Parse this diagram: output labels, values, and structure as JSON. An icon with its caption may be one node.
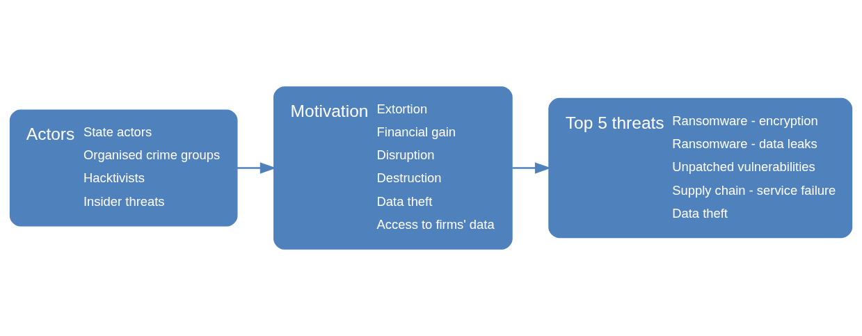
{
  "diagram": {
    "nodes": [
      {
        "text": [
          "Actors",
          "State actors",
          "Organised crime groups",
          "Hacktivists",
          "Insider threats"
        ]
      },
      {
        "text": [
          "Motivation",
          "Extortion",
          "Financial gain",
          "Disruption",
          "Destruction",
          "Data theft",
          "Access to firms' data"
        ]
      },
      {
        "text": [
          "Top 5 threats",
          "Ransomware - encryption",
          "Ransomware - data leaks",
          "Unpatched vulnerabilities",
          "Supply chain - service failure",
          "Data theft"
        ]
      }
    ],
    "edges": [
      {
        "from": 0,
        "to": 1,
        "arrow": "to"
      },
      {
        "from": 1,
        "to": 2,
        "arrow": "to"
      }
    ]
  }
}
